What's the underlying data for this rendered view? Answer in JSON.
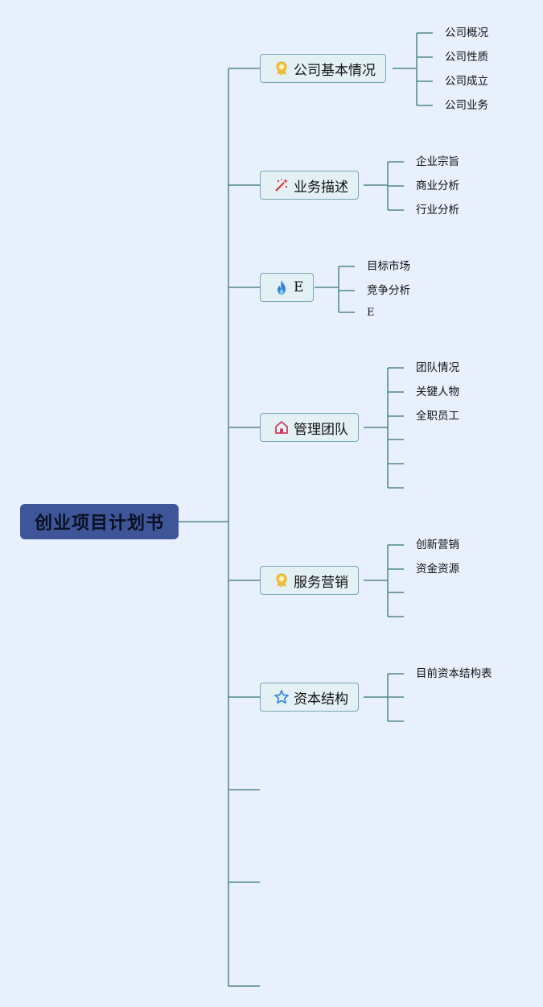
{
  "root": {
    "label": "创业项目计划书"
  },
  "branches": [
    {
      "label": "公司基本情况",
      "icon": "award-ribbon-icon",
      "leaves": [
        "公司概况",
        "公司性质",
        "公司成立",
        "公司业务"
      ]
    },
    {
      "label": "业务描述",
      "icon": "magic-wand-icon",
      "leaves": [
        "企业宗旨",
        "商业分析",
        "行业分析"
      ]
    },
    {
      "label": "E",
      "icon": "flame-icon",
      "leaves": [
        "目标市场",
        "竞争分析",
        "E"
      ]
    },
    {
      "label": "管理团队",
      "icon": "home-icon",
      "leaves": [
        "团队情况",
        "关键人物",
        "全职员工",
        "",
        "",
        ""
      ]
    },
    {
      "label": "服务营销",
      "icon": "award-ribbon-icon",
      "leaves": [
        "创新营销",
        "资金资源",
        "",
        ""
      ]
    },
    {
      "label": "资本结构",
      "icon": "star-icon",
      "leaves": [
        "目前资本结构表",
        "",
        ""
      ]
    }
  ],
  "colors": {
    "background": "#e8effd",
    "root_fill": "#3e5598",
    "connector": "#4e8a82",
    "branch_fill": "#e3f0f4",
    "branch_border": "#76a9b3"
  }
}
